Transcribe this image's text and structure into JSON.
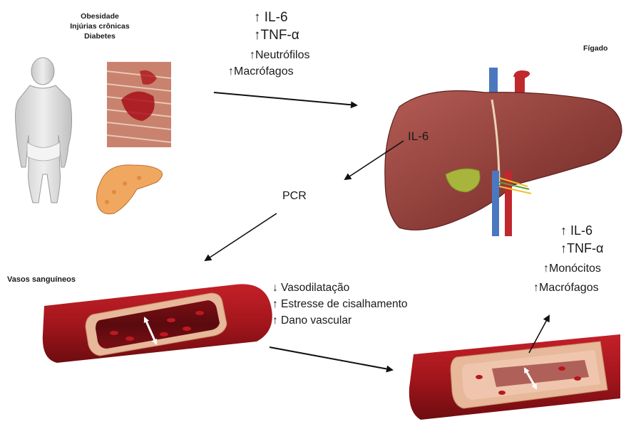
{
  "risk_factors": [
    "Obesidade",
    "Injúrias crônicas",
    "Diabetes"
  ],
  "inflammation_top": {
    "items": [
      "↑ IL-6",
      "↑TNF-α",
      "↑Neutrófilos",
      "↑Macrófagos"
    ]
  },
  "liver_label": "Fígado",
  "il6_label": "IL-6",
  "pcr_label": "PCR",
  "vessels_label": "Vasos sanguíneos",
  "vascular_effects": [
    "↓ Vasodilatação",
    "↑ Estresse de cisalhamento",
    "↑ Dano vascular"
  ],
  "inflammation_right": {
    "items": [
      "↑ IL-6",
      "↑TNF-α",
      "↑Monócitos",
      "↑Macrófagos"
    ]
  },
  "colors": {
    "vessel": "#a3161c",
    "vessel_wall": "#e7b89a",
    "liver": "#8a3b36",
    "gallbladder": "#a8b53c",
    "pancreas": "#f0a860"
  }
}
